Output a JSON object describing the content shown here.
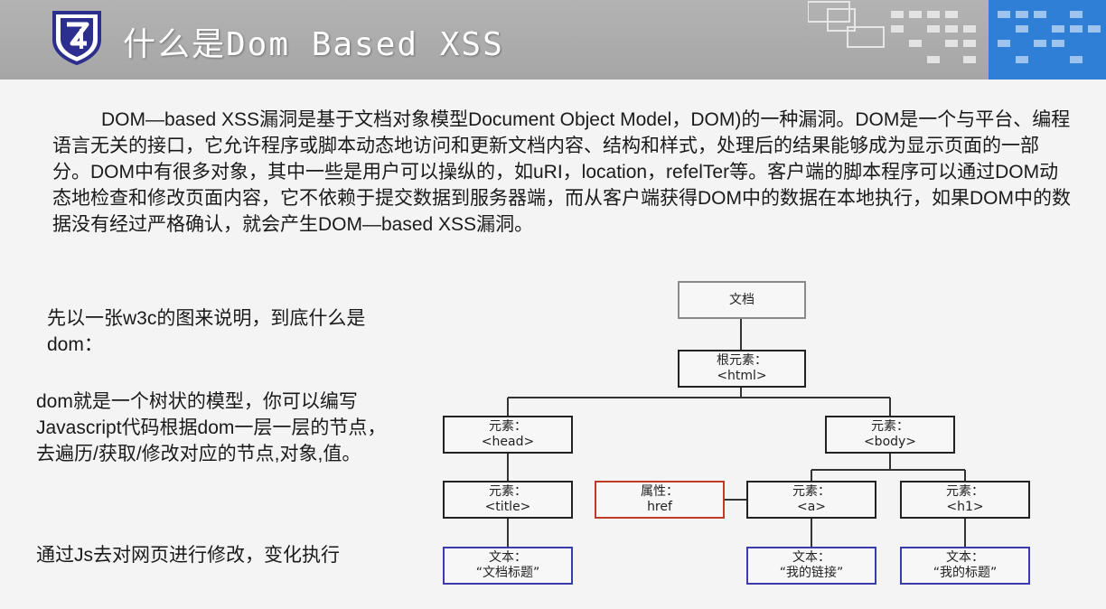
{
  "header": {
    "title": "什么是Dom Based XSS",
    "logo_icon": "shield-logo-icon",
    "colors": {
      "bar": "#aaaaaa",
      "logo": "#2d2f8f",
      "accent": "#2f7fd6"
    }
  },
  "intro": "DOM—based XSS漏洞是基于文档对象模型Document Object Model，DOM)的一种漏洞。DOM是一个与平台、编程语言无关的接口，它允许程序或脚本动态地访问和更新文档内容、结构和样式，处理后的结果能够成为显示页面的一部分。DOM中有很多对象，其中一些是用户可以操纵的，如uRI，location，refelTer等。客户端的脚本程序可以通过DOM动态地检查和修改页面内容，它不依赖于提交数据到服务器端，而从客户端获得DOM中的数据在本地执行，如果DOM中的数据没有经过严格确认，就会产生DOM—based XSS漏洞。",
  "side": {
    "p1": "先以一张w3c的图来说明，到底什么是dom：",
    "p2": "dom就是一个树状的模型，你可以编写Javascript代码根据dom一层一层的节点，去遍历/获取/修改对应的节点,对象,值。",
    "p3": "通过Js去对网页进行修改，变化执行"
  },
  "tree": {
    "document": {
      "line1": "文档"
    },
    "root": {
      "line1": "根元素：",
      "line2": "<html>"
    },
    "head": {
      "line1": "元素：",
      "line2": "<head>"
    },
    "body": {
      "line1": "元素：",
      "line2": "<body>"
    },
    "title": {
      "line1": "元素：",
      "line2": "<title>"
    },
    "attr": {
      "line1": "属性：",
      "line2": "href"
    },
    "a": {
      "line1": "元素：",
      "line2": "<a>"
    },
    "h1": {
      "line1": "元素：",
      "line2": "<h1>"
    },
    "text_title": {
      "line1": "文本：",
      "line2": "“文档标题”"
    },
    "text_link": {
      "line1": "文本：",
      "line2": "“我的链接”"
    },
    "text_h1": {
      "line1": "文本：",
      "line2": "“我的标题”"
    }
  }
}
